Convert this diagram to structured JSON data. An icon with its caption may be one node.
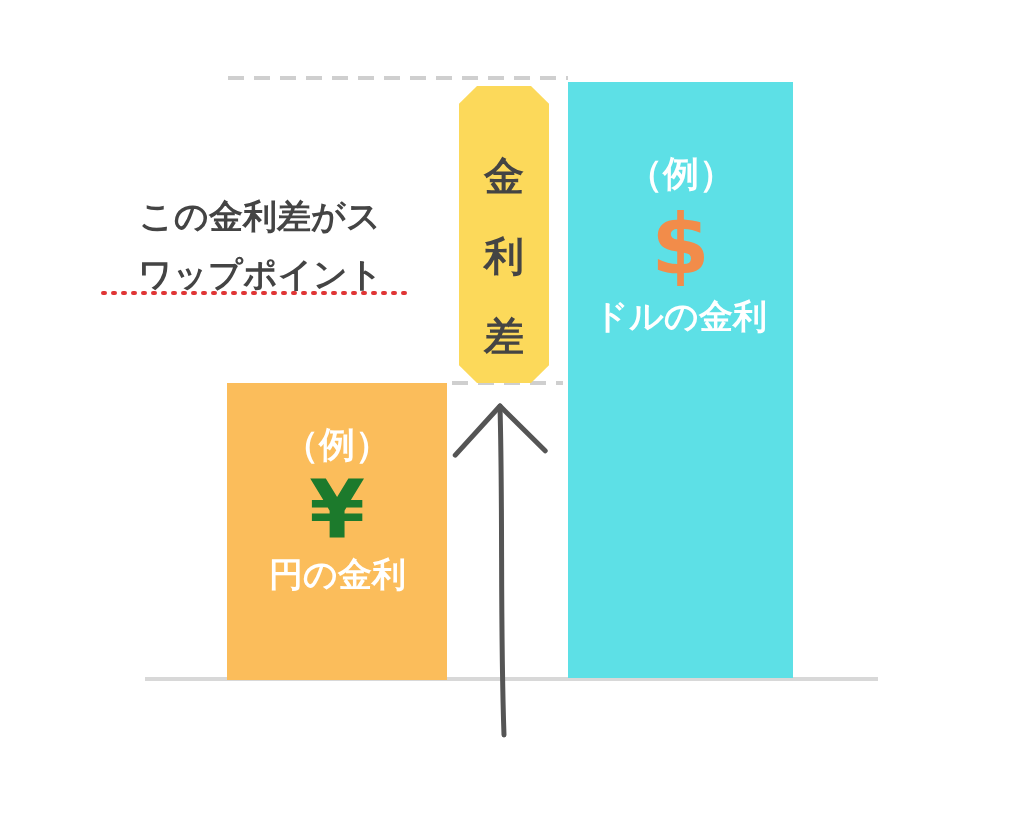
{
  "diagram": {
    "nodes": [
      {
        "text": [
          "（例）",
          "¥",
          "円の金利"
        ]
      },
      {
        "text": [
          "（例）",
          "$",
          "ドルの金利"
        ]
      },
      {
        "text": [
          "金利差"
        ]
      }
    ],
    "edges": [
      {
        "from": null,
        "to": 2,
        "arrow": "to"
      }
    ],
    "labels": [
      "この金利差がスワップポイント"
    ]
  }
}
